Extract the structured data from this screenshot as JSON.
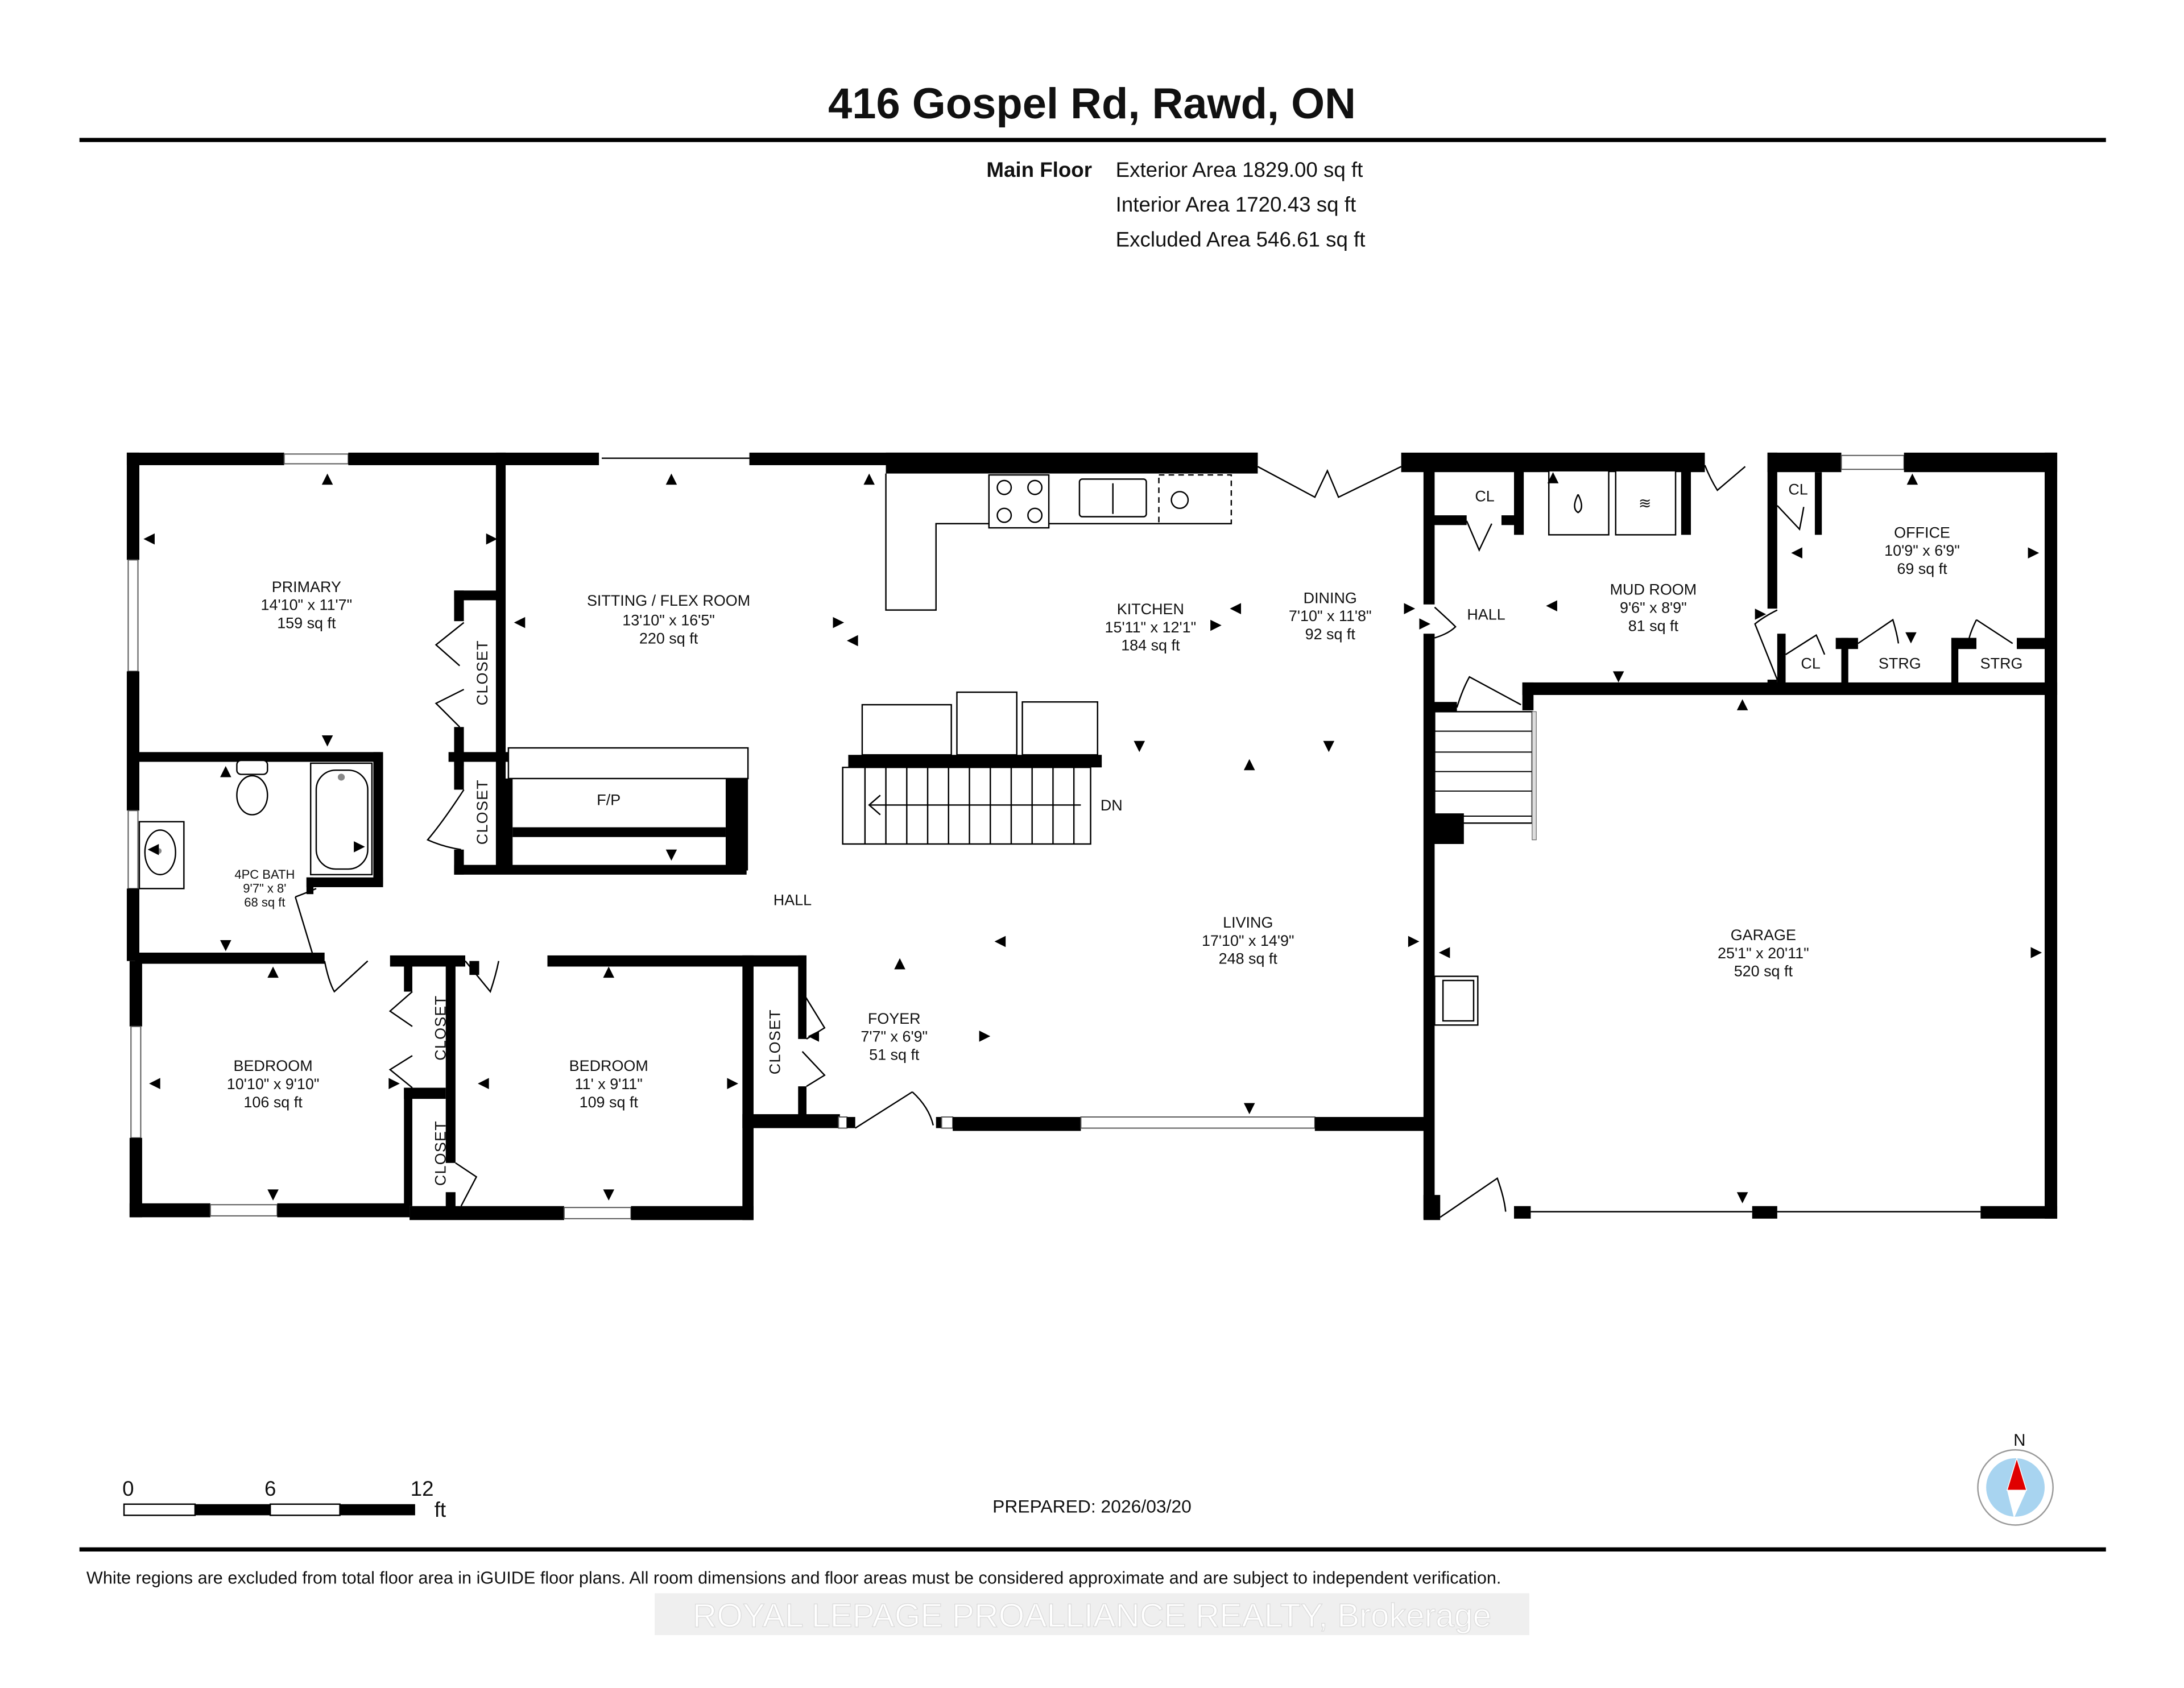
{
  "header": {
    "title": "416 Gospel Rd, Rawd, ON"
  },
  "summary": {
    "floor_label": "Main Floor",
    "exterior_area": "Exterior Area 1829.00 sq ft",
    "interior_area": "Interior Area 1720.43 sq ft",
    "excluded_area": "Excluded Area 546.61 sq ft"
  },
  "rooms": {
    "primary": {
      "name": "PRIMARY",
      "dims": "14'10\" x 11'7\"",
      "area": "159 sq ft"
    },
    "sitting": {
      "name": "SITTING / FLEX ROOM",
      "dims": "13'10\" x 16'5\"",
      "area": "220 sq ft"
    },
    "kitchen": {
      "name": "KITCHEN",
      "dims": "15'11\" x 12'1\"",
      "area": "184 sq ft"
    },
    "dining": {
      "name": "DINING",
      "dims": "7'10\" x 11'8\"",
      "area": "92 sq ft"
    },
    "mud_room": {
      "name": "MUD ROOM",
      "dims": "9'6\" x 8'9\"",
      "area": "81 sq ft"
    },
    "office": {
      "name": "OFFICE",
      "dims": "10'9\" x 6'9\"",
      "area": "69 sq ft"
    },
    "bath": {
      "name": "4PC BATH",
      "dims": "9'7\" x 8'",
      "area": "68 sq ft"
    },
    "bedroom1": {
      "name": "BEDROOM",
      "dims": "10'10\" x 9'10\"",
      "area": "106 sq ft"
    },
    "bedroom2": {
      "name": "BEDROOM",
      "dims": "11' x 9'11\"",
      "area": "109 sq ft"
    },
    "foyer": {
      "name": "FOYER",
      "dims": "7'7\" x 6'9\"",
      "area": "51 sq ft"
    },
    "living": {
      "name": "LIVING",
      "dims": "17'10\" x 14'9\"",
      "area": "248 sq ft"
    },
    "garage": {
      "name": "GARAGE",
      "dims": "25'1\" x 20'11\"",
      "area": "520 sq ft"
    }
  },
  "labels": {
    "hall_main": "HALL",
    "hall_east": "HALL",
    "closet": "CLOSET",
    "cl": "CL",
    "strg": "STRG",
    "fireplace": "F/P",
    "stairs_down": "DN"
  },
  "scale_bar": {
    "tick_0": "0",
    "tick_6": "6",
    "tick_12": "12",
    "unit": "ft"
  },
  "prepared": "PREPARED: 2026/03/20",
  "compass": {
    "north_label": "N",
    "needle_color": "#e00000",
    "dial_color": "#a8d4f0"
  },
  "footer": {
    "disclaimer": "White regions are excluded from total floor area in iGUIDE floor plans. All room dimensions and floor areas must be considered approximate and are subject to independent verification.",
    "watermark": "ROYAL LEPAGE PROALLIANCE REALTY, Brokerage"
  }
}
